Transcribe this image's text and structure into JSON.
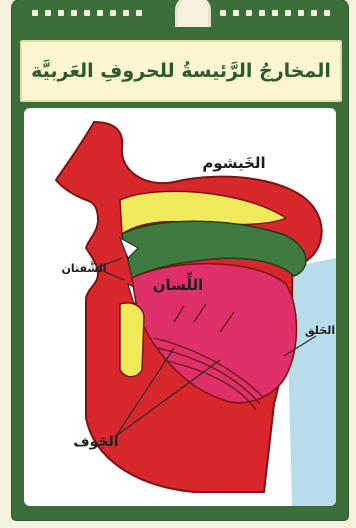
{
  "header": {
    "title": "المخارجُ الرَّئيسةُ للحروفِ العَربيَّة"
  },
  "diagram": {
    "labels": {
      "nasal_cavity": "الخَيشوم",
      "lips": "الشَّفتان",
      "tongue": "اللِّسان",
      "throat": "الحَلق",
      "cavity": "الجَوف"
    }
  },
  "colors": {
    "frame": "#3c6e3a",
    "title_box": "#fbf5d0",
    "title_text": "#2c5a2c",
    "tissue_red": "#d8282d",
    "tongue_pink": "#e0306a",
    "palate_yellow": "#f0ea5a",
    "velum_green": "#3f7a3f",
    "throat_blue": "#b9dceb"
  }
}
